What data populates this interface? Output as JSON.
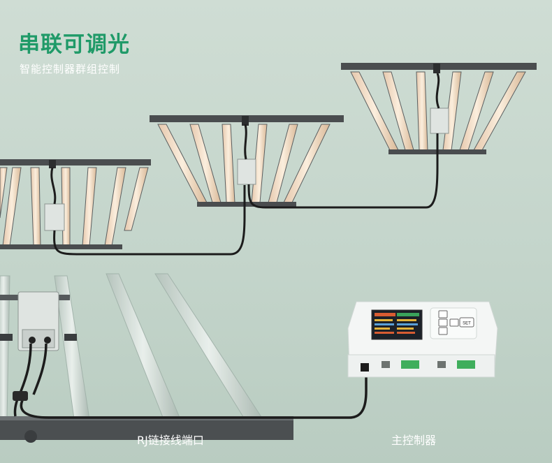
{
  "header": {
    "title": "串联可调光",
    "subtitle": "智能控制器群组控制"
  },
  "labels": {
    "rj_port": "RJ链接线端口",
    "main_controller": "主控制器"
  },
  "controller": {
    "set_label": "SET"
  },
  "colors": {
    "accent": "#1f9a68",
    "background": "#c9d8cf",
    "fixture_frame": "#4a4d4f",
    "led_strip": "#f2d9bf",
    "cable": "#1c1c1c"
  }
}
